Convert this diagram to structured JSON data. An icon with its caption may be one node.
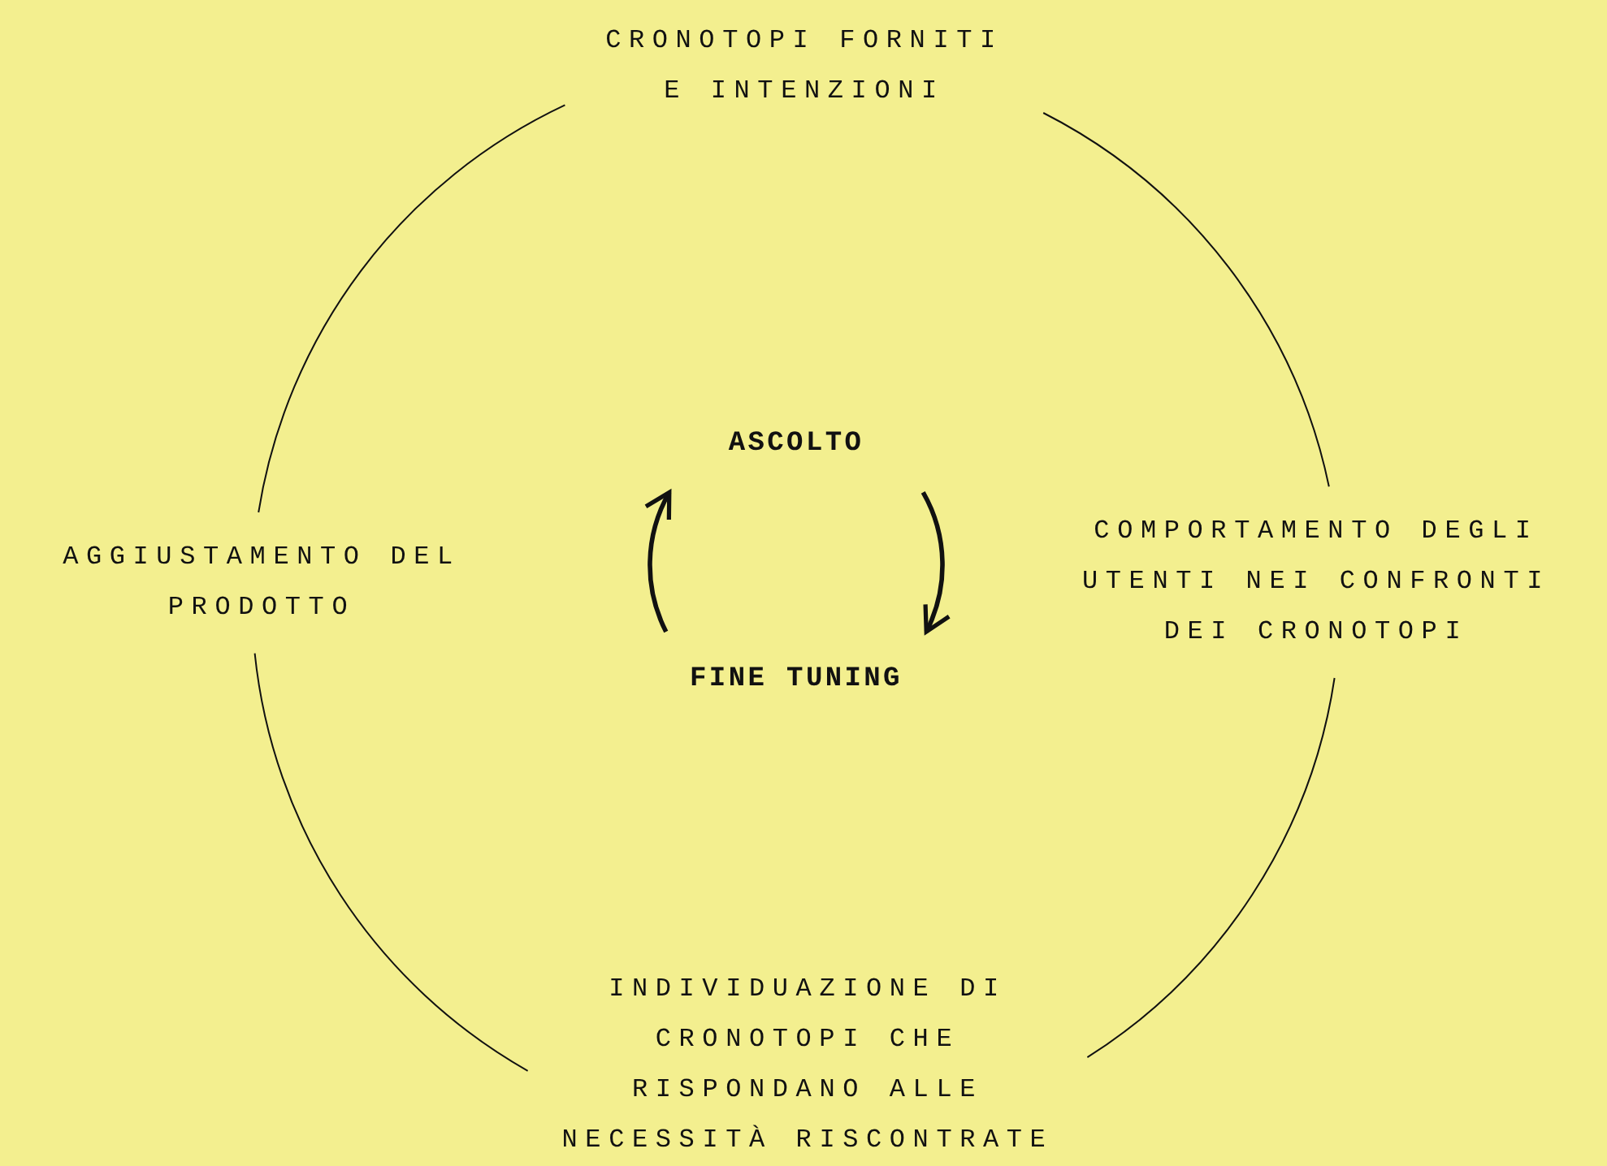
{
  "diagram": {
    "nodes": [
      {
        "text": [
          "CRONOTOPI FORNITI E INTENZIONI"
        ]
      },
      {
        "text": [
          "COMPORTAMENTO DEGLI UTENTI NEI CONFRONTI DEI CRONOTOPI"
        ]
      },
      {
        "text": [
          "INDIVIDUAZIONE DI CRONOTOPI CHE RISPONDANO ALLE NECESSITÀ RISCONTRATE"
        ]
      },
      {
        "text": [
          "AGGIUSTAMENTO DEL PRODOTTO"
        ]
      },
      {
        "text": [
          "ASCOLTO"
        ]
      },
      {
        "text": [
          "FINE TUNING"
        ]
      }
    ],
    "edges": [
      {
        "from": 0,
        "to": 1,
        "arrow": "none"
      },
      {
        "from": 1,
        "to": 2,
        "arrow": "none"
      },
      {
        "from": 2,
        "to": 3,
        "arrow": "none"
      },
      {
        "from": 3,
        "to": 0,
        "arrow": "none"
      },
      {
        "from": 4,
        "to": 5,
        "arrow": "to",
        "style": "thick"
      },
      {
        "from": 5,
        "to": 4,
        "arrow": "to",
        "style": "thick"
      }
    ]
  }
}
